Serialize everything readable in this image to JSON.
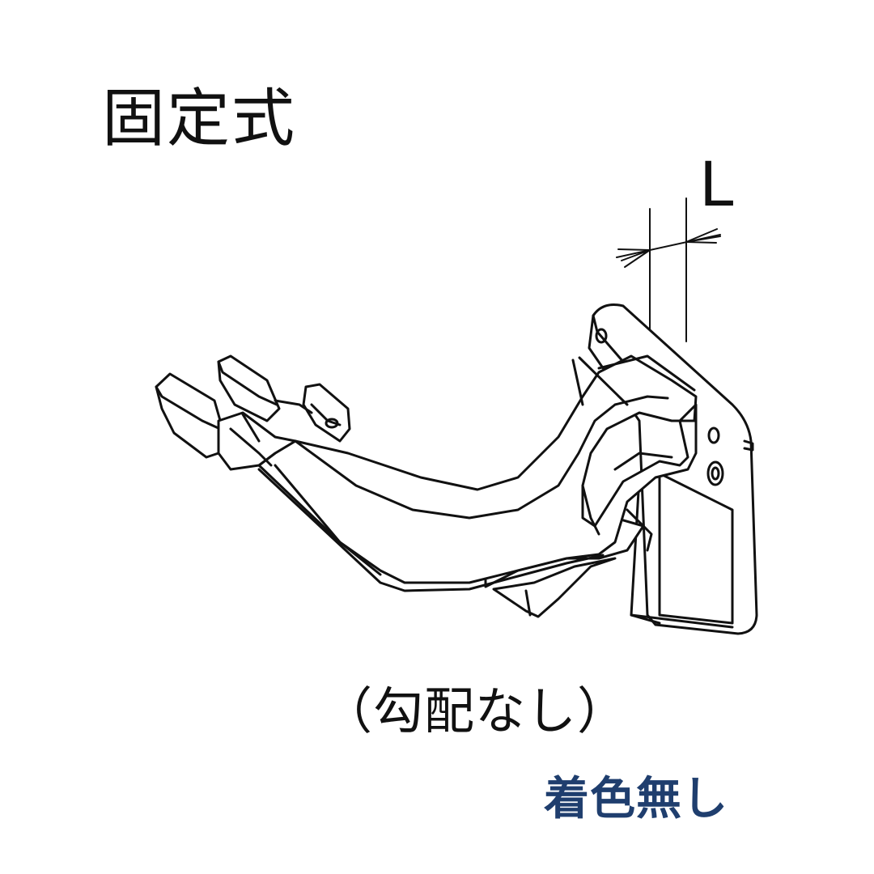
{
  "title": "固定式",
  "dimension_label": "L",
  "caption": "（勾配なし）",
  "color_note": "着色無し",
  "colors": {
    "line": "#111111",
    "note": "#1f3e6e"
  }
}
